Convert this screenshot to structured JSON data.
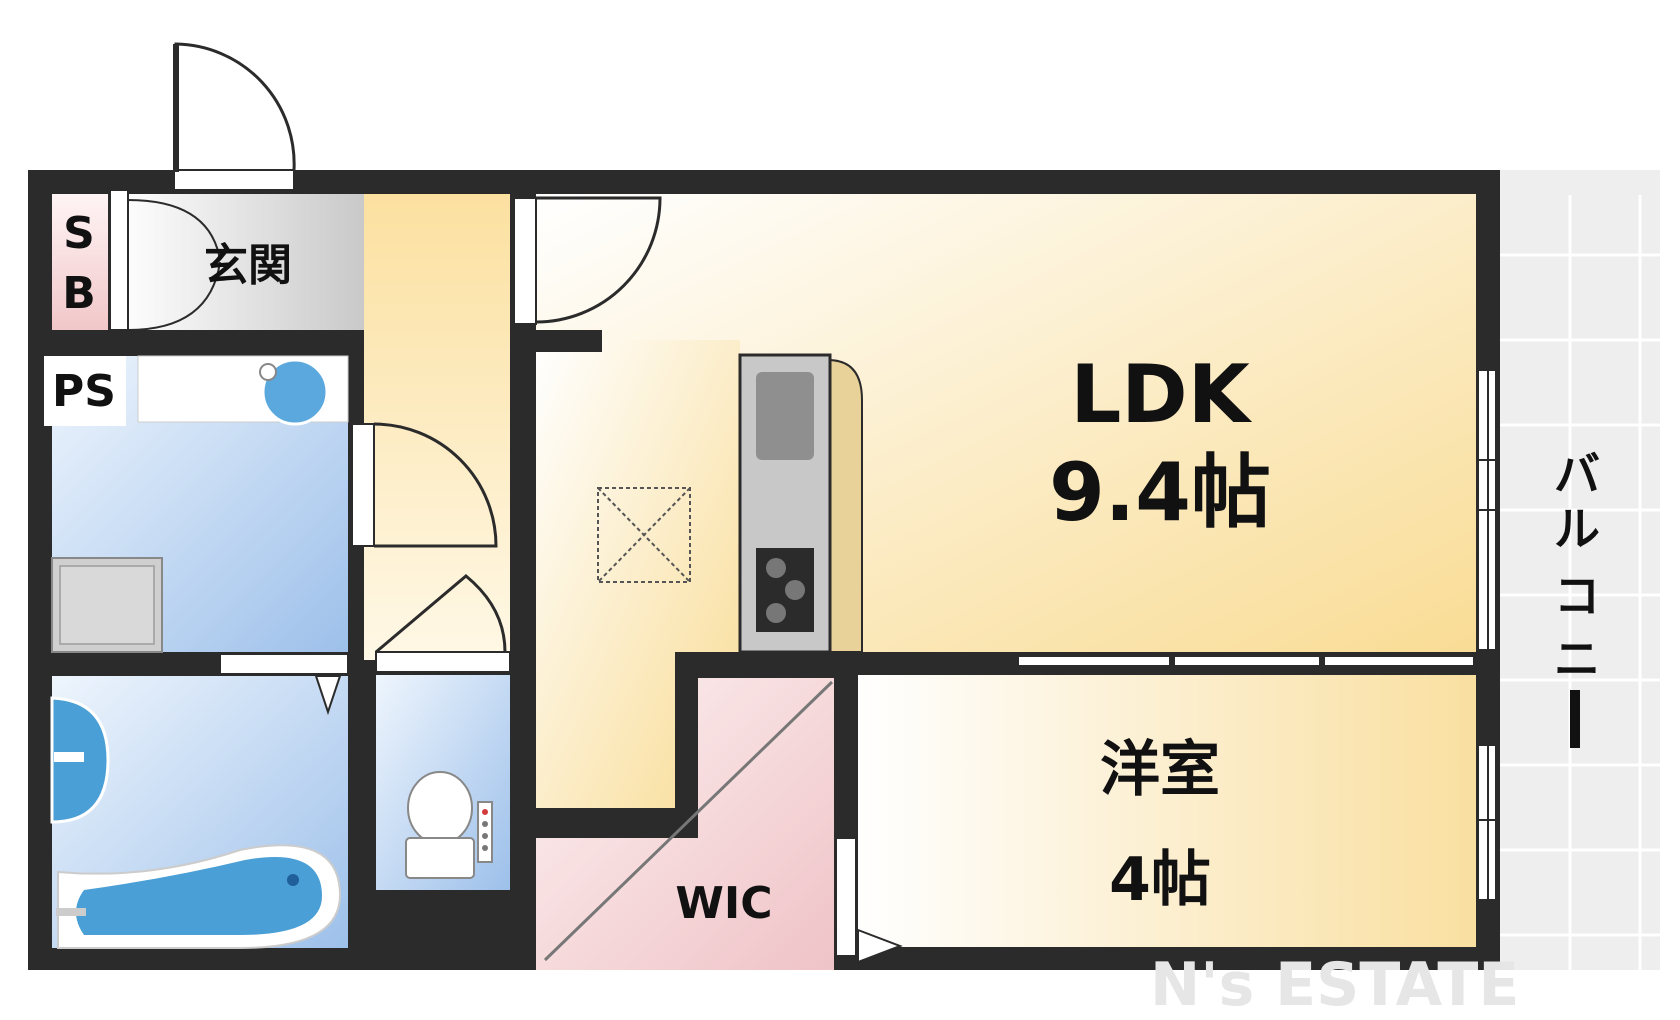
{
  "rooms": {
    "ldk_name": "LDK",
    "ldk_size": "9.4帖",
    "western_name": "洋室",
    "western_size": "4帖",
    "entrance": "玄関",
    "shoebox_s": "S",
    "shoebox_b": "B",
    "pipe_space": "PS",
    "wic": "WIC",
    "balcony": [
      "バ",
      "ル",
      "コ",
      "ニ",
      "ー"
    ]
  },
  "watermark": "N's ESTATE",
  "colors": {
    "wall": "#2b2b2b",
    "ldk_floor": "#fbe7b0",
    "western_floor": "#fdeec6",
    "hall_floor": "#fde6a8",
    "bath_floor": "#a9c9ec",
    "wic_floor": "#f4d4d6",
    "entrance_floor": "#d9d9d9",
    "balcony_floor": "#eeeeee"
  }
}
